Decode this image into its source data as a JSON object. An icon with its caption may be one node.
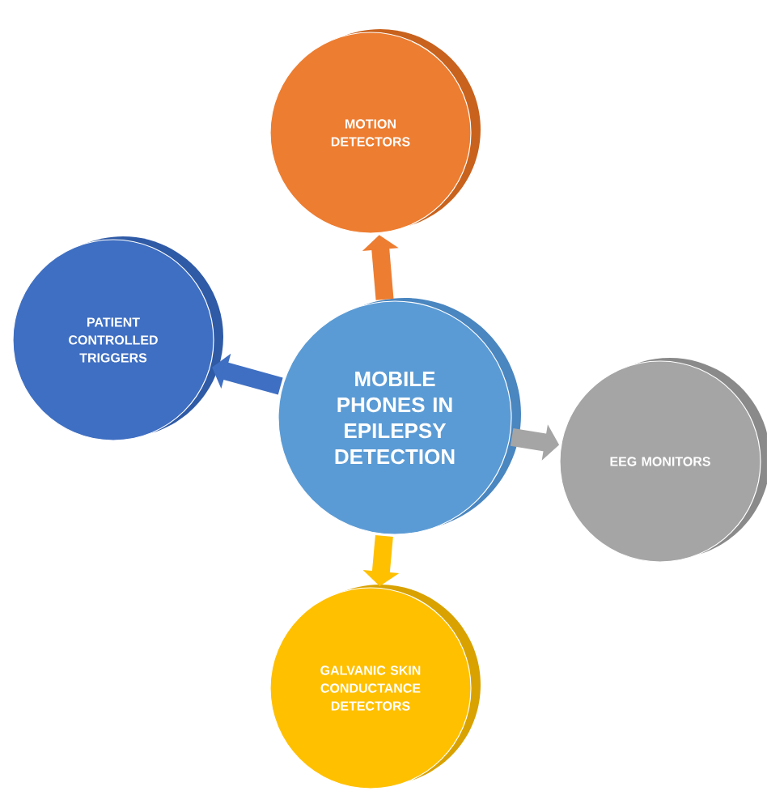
{
  "diagram": {
    "nodes": [
      {
        "text": [
          "MOBILE PHONES IN EPILEPSY DETECTION"
        ]
      },
      {
        "text": [
          "MOTION DETECTORS"
        ]
      },
      {
        "text": [
          "PATIENT CONTROLLED TRIGGERS"
        ]
      },
      {
        "text": [
          "EEG MONITORS"
        ]
      },
      {
        "text": [
          "GALVANIC SKIN CONDUCTANCE DETECTORS"
        ]
      }
    ],
    "edges": [
      {
        "from": 0,
        "to": 1,
        "arrow": "to",
        "color": "#ed7d31"
      },
      {
        "from": 0,
        "to": 2,
        "arrow": "to",
        "color": "#3f6fc2"
      },
      {
        "from": 0,
        "to": 3,
        "arrow": "to",
        "color": "#a5a5a5"
      },
      {
        "from": 0,
        "to": 4,
        "arrow": "to",
        "color": "#ffc000"
      }
    ]
  }
}
